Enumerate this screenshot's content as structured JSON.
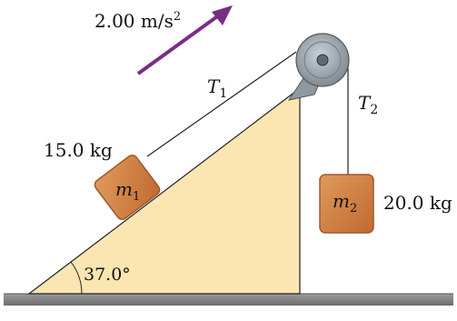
{
  "figure": {
    "acceleration": {
      "value": "2.00 m/s",
      "exponent": "2"
    },
    "tension_1": {
      "symbol": "T",
      "subscript": "1"
    },
    "tension_2": {
      "symbol": "T",
      "subscript": "2"
    },
    "mass_1": {
      "symbol": "m",
      "subscript": "1",
      "value": "15.0 kg"
    },
    "mass_2": {
      "symbol": "m",
      "subscript": "2",
      "value": "20.0 kg"
    },
    "incline_angle": "37.0°"
  },
  "colors": {
    "arrow": "#7a2d86",
    "incline": "#fbe6b2",
    "block": "#cf7d41",
    "block_edge": "#a2582a",
    "ground": "#8a8a8a",
    "pulley": "#9aa5ad"
  }
}
